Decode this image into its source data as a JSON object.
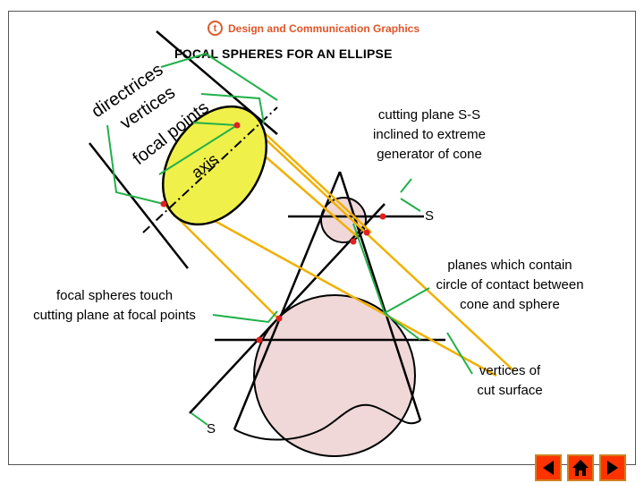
{
  "header": {
    "logo_letter": "t",
    "title": "Design and Communication Graphics"
  },
  "main_title": "FOCAL SPHERES FOR AN ELLIPSE",
  "labels": {
    "directrices": "directrices",
    "vertices": "vertices",
    "focal_points": "focal points",
    "axis": "axis",
    "cutting_plane": [
      "cutting plane S-S",
      "inclined to extreme",
      "generator of cone"
    ],
    "s_upper": "S",
    "planes": [
      "planes which contain",
      "circle of contact between",
      "cone and sphere"
    ],
    "focal_spheres": [
      "focal spheres touch",
      "cutting plane at focal points"
    ],
    "vertices_of": [
      "vertices of",
      "cut surface"
    ],
    "s_lower": "S"
  },
  "colors": {
    "ellipse_fill": "#f0f04a",
    "sphere_fill": "#f0d8d8",
    "pointer_green": "#22b04a",
    "projector_orange": "#f0b000",
    "contact_red": "#e02020",
    "header_orange": "#e0552a",
    "nav_red": "#ff3300"
  },
  "nav": {
    "back_icon": "arrow-left-icon",
    "home_icon": "home-icon",
    "forward_icon": "arrow-right-icon"
  }
}
